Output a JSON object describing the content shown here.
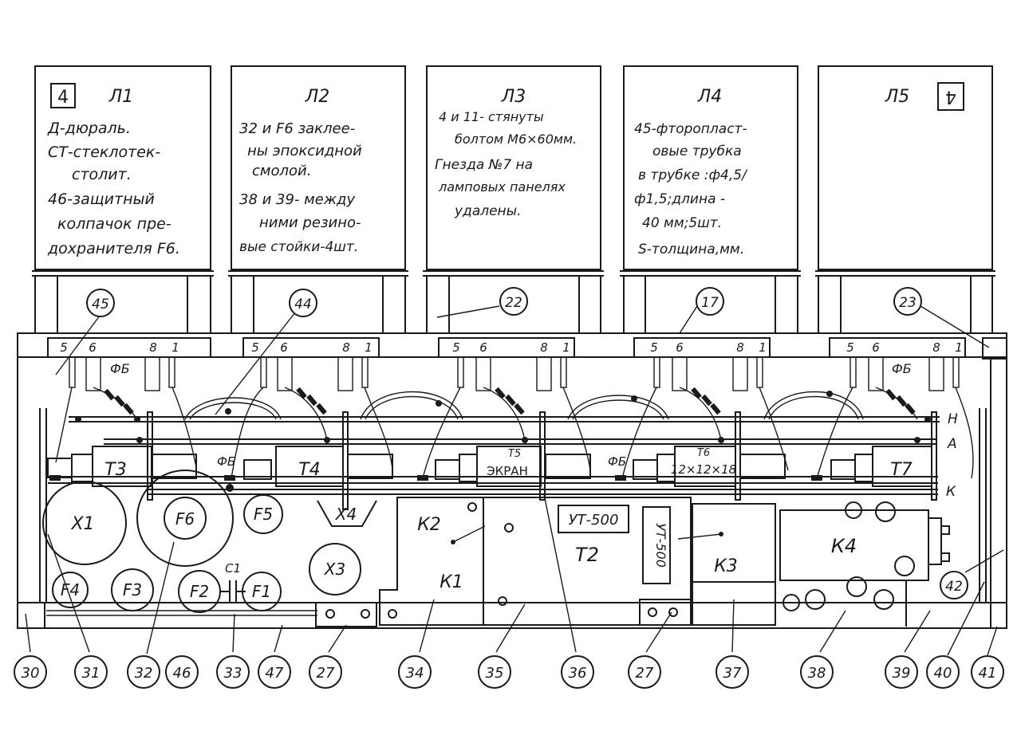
{
  "lamps": [
    {
      "label": "Л1",
      "notes": [
        "Д-дюраль.",
        "СТ-стеклотек-",
        "столит.",
        "46-защитный",
        "колпачок пре-",
        "дохранителя F6."
      ]
    },
    {
      "label": "Л2",
      "notes": [
        "32 и F6 заклее-",
        "ны эпоксидной",
        "смолой.",
        "38 и 39- между",
        "ними резино-",
        "вые стойки-4шт."
      ]
    },
    {
      "label": "Л3",
      "notes": [
        "4 и 11- стянуты",
        "болтом М6×60мм.",
        "Гнезда №7 на",
        "ламповых панелях",
        "удалены."
      ]
    },
    {
      "label": "Л4",
      "notes": [
        "45-фторопласт-",
        "овые трубка",
        "в трубке :ф4,5/",
        "ф1,5;длина -",
        "40 мм;5шт.",
        "S-толщина,мм."
      ]
    },
    {
      "label": "Л5",
      "notes": []
    }
  ],
  "sheet_number": "4",
  "pin_labels": [
    "5",
    "6",
    "8",
    "1"
  ],
  "fb_label": "ФБ",
  "bus_labels": [
    "Н",
    "А",
    "К"
  ],
  "transformers": {
    "t3": "Т3",
    "t4": "Т4",
    "t5": "Т5",
    "t5_sub": "ЭКРАН",
    "t6": "Т6",
    "t6_sub": "12×12×18",
    "t7": "Т7",
    "t2": "Т2",
    "ut": "УТ-500",
    "ut_rot": "УТ-500"
  },
  "components": {
    "x1": "Х1",
    "x3": "Х3",
    "x4": "Х4",
    "f1": "F1",
    "f2": "F2",
    "f3": "F3",
    "f4": "F4",
    "f5": "F5",
    "f6": "F6",
    "c1": "С1",
    "k1": "К1",
    "k2": "К2",
    "k3": "К3",
    "k4": "К4"
  },
  "callouts_top": [
    "45",
    "44",
    "22",
    "17",
    "23"
  ],
  "callouts_right": [
    "42"
  ],
  "callouts_bottom": [
    "30",
    "31",
    "32",
    "46",
    "33",
    "47",
    "27",
    "34",
    "35",
    "36",
    "27",
    "37",
    "38",
    "39",
    "40",
    "41"
  ]
}
